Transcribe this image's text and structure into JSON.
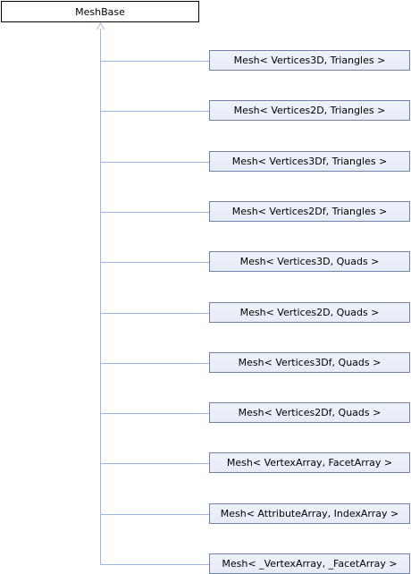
{
  "diagram": {
    "base_class": "MeshBase",
    "derived_classes": [
      "Mesh< Vertices3D, Triangles >",
      "Mesh< Vertices2D, Triangles >",
      "Mesh< Vertices3Df, Triangles >",
      "Mesh< Vertices2Df, Triangles >",
      "Mesh< Vertices3D, Quads >",
      "Mesh< Vertices2D, Quads >",
      "Mesh< Vertices3Df, Quads >",
      "Mesh< Vertices2Df, Quads >",
      "Mesh< VertexArray, FacetArray >",
      "Mesh< AttributeArray, IndexArray >",
      "Mesh< _VertexArray, _FacetArray >"
    ],
    "colors": {
      "connector": "#9fb7e0",
      "derived_border": "#7383a7",
      "derived_fill": "#e6ebf6",
      "base_border": "#000000"
    }
  }
}
